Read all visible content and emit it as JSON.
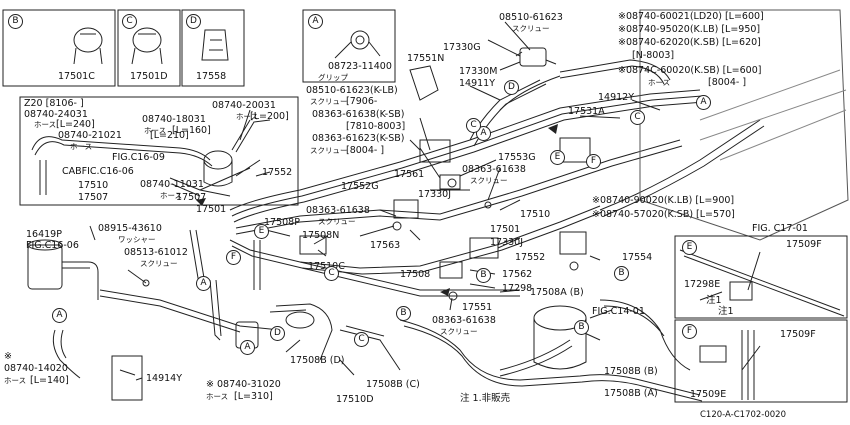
{
  "insets": [
    {
      "letter": "B",
      "part": "17501C"
    },
    {
      "letter": "C",
      "part": "17501D"
    },
    {
      "letter": "D",
      "part": "17558"
    },
    {
      "letter": "A",
      "part": "08723-11400",
      "note": "グリップ"
    }
  ],
  "z20": {
    "header": "Z20 [8106-   ]",
    "l1": "08740-24031",
    "l1n": "ホース",
    "l1b": "[L=240]",
    "l2": "08740-21021",
    "l2b": "[L=210]",
    "l2n": "ホース",
    "fig": "FIG.C16-09",
    "cab": "CABFIC.C16-06",
    "p17510": "17510",
    "p17507": "17507",
    "h18031": "08740-18031",
    "h18031n": "ホース",
    "h18031b": "[L=160]",
    "h20031": "08740-20031",
    "h20031n": "ホース",
    "h20031b": "[L=200]",
    "h11031": "08740-11031",
    "h11031n": "ホース",
    "p17552": "17552",
    "p17507b": "17507",
    "p17501": "17501"
  },
  "top": {
    "p61623": "08510-61623",
    "p61623n": "スクリュー",
    "p17330G": "17330G",
    "p17551N": "17551N",
    "p17330M": "17330M",
    "p14911Y": "14911Y",
    "notes": [
      "※08740-60021(LD20) [L=600]",
      "※08740-95020(K.LB) [L=950]",
      "※08740-62020(K.SB) [L=620]",
      "[N-8003]",
      "※0874C-60020(K.SB) [L=600]"
    ],
    "notes_hose": "ホース",
    "notes_date": "[8004-   ]",
    "p14912Y": "14912Y",
    "p17531A": "17531A"
  },
  "mid": {
    "s1": "08510-61623(K-LB)",
    "s1n": "スクリュー",
    "s1b": "[7906-",
    "s2": "08363-61638(K-SB)",
    "s2b": "[7810-8003]",
    "s3": "08363-61623(K-SB)",
    "s3n": "スクリュー",
    "s3b": "[8004-   ]",
    "p17553G": "17553G",
    "p17561": "17561",
    "s4": "08363-61638",
    "s4n": "スクリュー",
    "p17552G": "17552G",
    "p17330J": "17330J",
    "s5": "08363-61638",
    "s5n": "スクリュー",
    "p17508P": "17508P",
    "p17508N": "17508N",
    "p17510": "17510",
    "r1": "※08740-90020(K.LB) [L=900]",
    "r2": "※08740-57020(K.SB) [L=570]",
    "p17563": "17563",
    "p17501": "17501",
    "p17330J2": "17330J",
    "p17552": "17552",
    "p17554": "17554",
    "p17508": "17508",
    "p17562": "17562",
    "p17298": "17298",
    "p17508A": "17508A (B)",
    "p17510C": "17510C",
    "p17551": "17551",
    "s6": "08363-61638",
    "s6n": "スクリュー",
    "fig14": "FIG.C14-01"
  },
  "left": {
    "p16419P": "16419P",
    "fig16": "FIG.C16-06",
    "w43610": "08915-43610",
    "w43610n": "ワッシャー",
    "s61012": "08513-61012",
    "s61012n": "スクリュー",
    "h14020": "08740-14020",
    "h14020n": "ホース",
    "h14020b": "[L=140]",
    "star": "※",
    "p14914Y": "14914Y",
    "h31020": "※ 08740-31020",
    "h31020n": "ホース",
    "h31020b": "[L=310]",
    "p17508D": "17508B (D)",
    "p17508C": "17508B (C)",
    "p17510D": "17510D"
  },
  "bottom": {
    "note": "注 1.非販売",
    "p17508B": "17508B (B)",
    "p17508BA": "17508B (A)"
  },
  "fig_c17": "FIG. C17-01",
  "insetE": {
    "letter": "E",
    "p17509F": "17509F",
    "p17298E": "17298E",
    "n1": "注1",
    "n2": "注1"
  },
  "insetF": {
    "letter": "F",
    "p17509F": "17509F",
    "p17509E": "17509E"
  },
  "code": "C120-A-C1702-0020",
  "callouts": [
    "A",
    "B",
    "C",
    "D",
    "E",
    "F"
  ]
}
